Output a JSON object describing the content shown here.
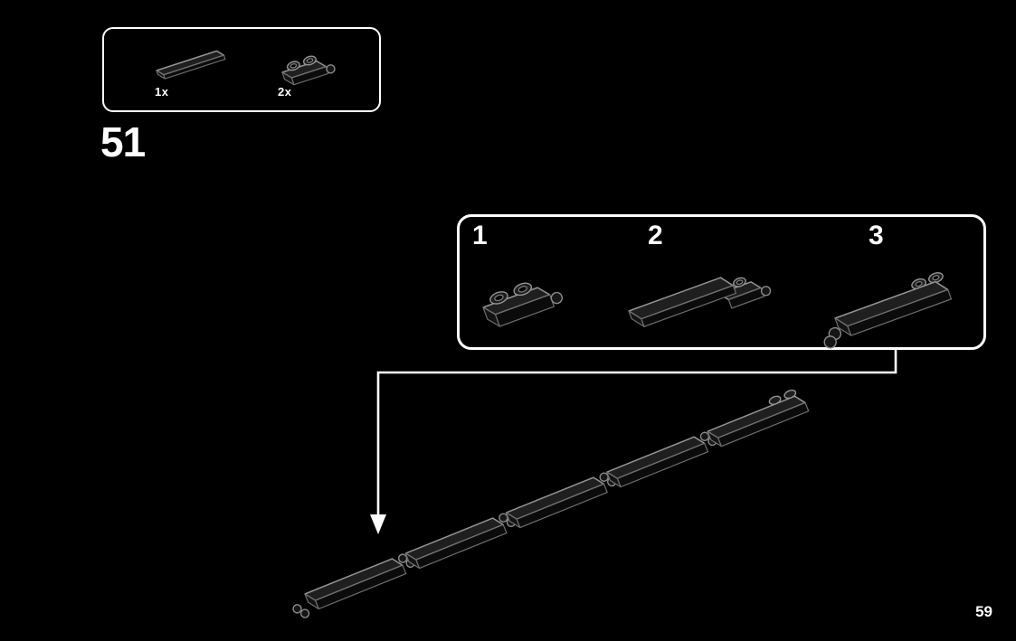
{
  "page": {
    "step_number": "51",
    "page_number": "59",
    "background_color": "#000000"
  },
  "parts_callout": {
    "items": [
      {
        "count": "1x",
        "part": "flat-tile-1x4-dark"
      },
      {
        "count": "2x",
        "part": "hinge-plate-1x2-hollow-studs-dark"
      }
    ]
  },
  "subassembly": {
    "steps": [
      {
        "number": "1",
        "part": "hinge-plate-with-hollow-studs"
      },
      {
        "number": "2",
        "part": "flat-tile-placed-on-plate"
      },
      {
        "number": "3",
        "part": "assembled-tile-plate-unit"
      }
    ]
  },
  "main_diagram": {
    "description": "chain-of-five-tile-plate-segments-joined-by-hinge-barrels",
    "segment_count": 5
  },
  "colors": {
    "background": "#000000",
    "outline_white": "#ffffff",
    "piece_fill": "#1f1f1f",
    "piece_side": "#0b0b0b",
    "piece_edge": "#949494"
  }
}
